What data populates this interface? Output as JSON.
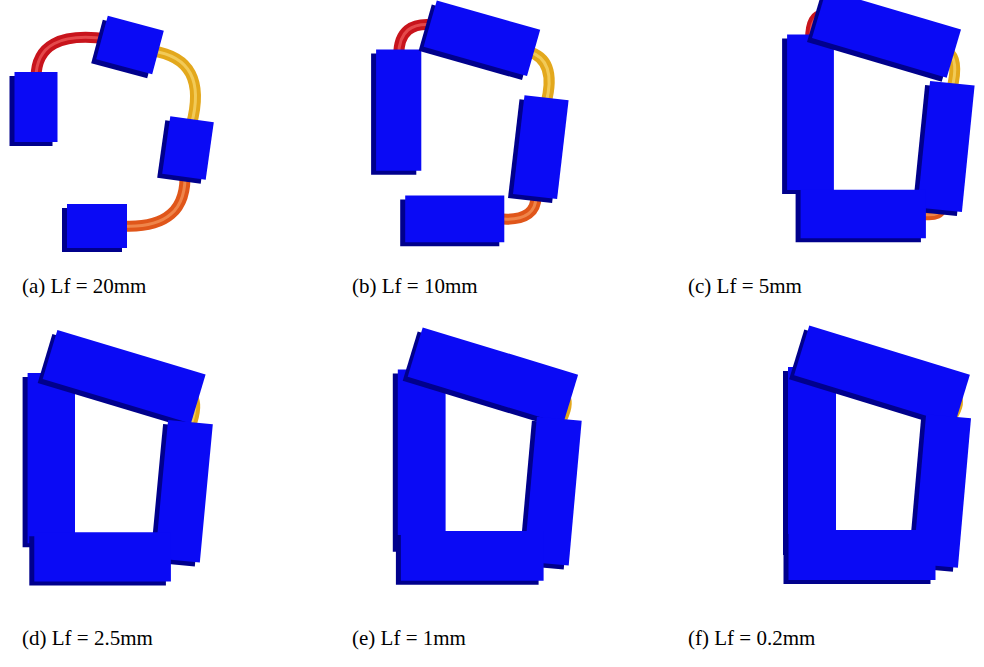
{
  "diagram": {
    "labels": [
      "(a) Lf = 20mm",
      "(b) Lf = 10mm",
      "(c) Lf = 5mm",
      "(d) Lf = 2.5mm",
      "(e) Lf = 1mm",
      "(f) Lf = 0.2mm"
    ]
  }
}
